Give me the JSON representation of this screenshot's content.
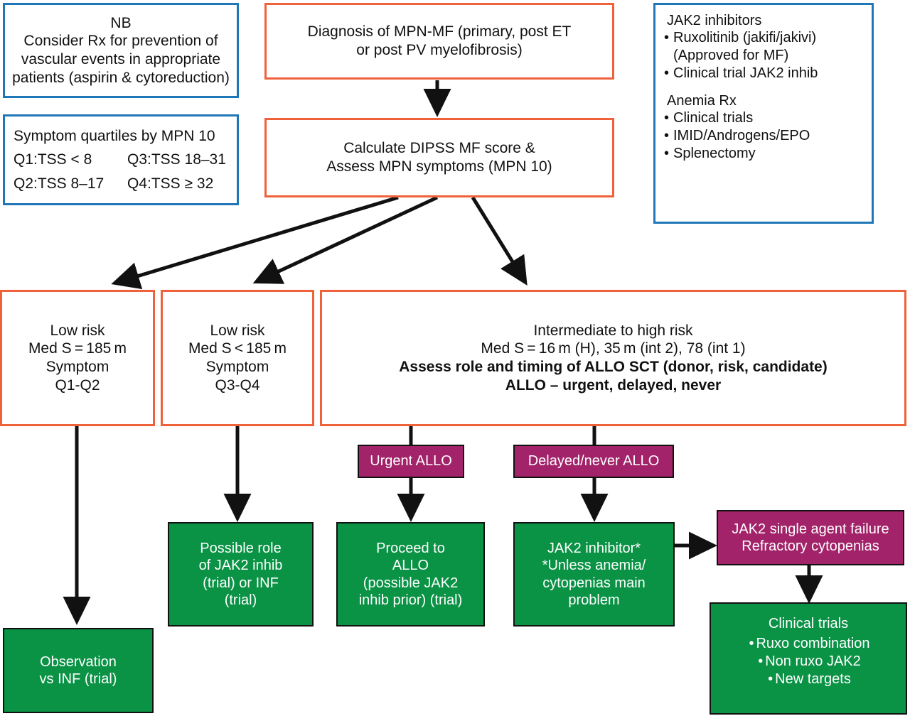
{
  "palette": {
    "orange": "#EF613A",
    "blue": "#2077B8",
    "green": "#0A9245",
    "purple": "#A22369",
    "black": "#111111",
    "white": "#FFFFFF"
  },
  "nb_note": {
    "lines": [
      "NB",
      "Consider Rx for prevention of",
      "vascular events in appropriate",
      "patients (aspirin & cytoreduction)"
    ]
  },
  "symptom_quartiles": {
    "title": "Symptom quartiles by MPN 10",
    "rows": [
      {
        "left": "Q1:TSS < 8",
        "right": "Q3:TSS 18–31"
      },
      {
        "left": "Q2:TSS 8–17",
        "right": "Q4:TSS ≥ 32"
      }
    ]
  },
  "diagnosis": {
    "lines": [
      "Diagnosis of MPN-MF (primary, post ET",
      "or post PV myelofibrosis)"
    ]
  },
  "calculate": {
    "lines": [
      "Calculate DIPSS MF score &",
      "Assess MPN symptoms (MPN 10)"
    ]
  },
  "treatments": {
    "section1_title": "JAK2 inhibitors",
    "section1_items": [
      {
        "text": "Ruxolitinib (jakifi/jakivi)",
        "sub": "(Approved for MF)"
      },
      {
        "text": "Clinical trial JAK2 inhib",
        "sub": ""
      }
    ],
    "section2_title": "Anemia Rx",
    "section2_items": [
      {
        "text": "Clinical trials"
      },
      {
        "text": "IMID/Androgens/EPO"
      },
      {
        "text": "Splenectomy"
      }
    ]
  },
  "risk_low_1": {
    "lines": [
      "Low risk",
      "Med S = 185 m",
      "Symptom",
      "Q1-Q2"
    ]
  },
  "risk_low_2": {
    "lines": [
      "Low risk",
      "Med S < 185 m",
      "Symptom",
      "Q3-Q4"
    ]
  },
  "risk_int_high": {
    "lines": [
      "Intermediate to high risk",
      "Med S = 16 m (H), 35 m (int 2), 78 (int 1)"
    ],
    "bold_lines": [
      "Assess role and timing of ALLO SCT (donor, risk, candidate)",
      "ALLO – urgent, delayed, never"
    ]
  },
  "urgent_allo": {
    "label": "Urgent ALLO"
  },
  "delayed_allo": {
    "label": "Delayed/never ALLO"
  },
  "observation": {
    "lines": [
      "Observation",
      "vs INF (trial)"
    ]
  },
  "possible_role": {
    "lines": [
      "Possible role",
      "of JAK2 inhib",
      "(trial) or INF",
      "(trial)"
    ]
  },
  "proceed_allo": {
    "lines": [
      "Proceed to",
      "ALLO",
      "(possible JAK2",
      "inhib prior) (trial)"
    ]
  },
  "jak2_inhibitor": {
    "lines": [
      "JAK2 inhibitor*",
      "*Unless anemia/",
      "cytopenias main",
      "problem"
    ]
  },
  "jak2_failure": {
    "lines": [
      "JAK2 single agent failure",
      "Refractory cytopenias"
    ]
  },
  "clinical_trials": {
    "title": "Clinical trials",
    "items": [
      "Ruxo combination",
      "Non ruxo JAK2",
      "New targets"
    ]
  }
}
